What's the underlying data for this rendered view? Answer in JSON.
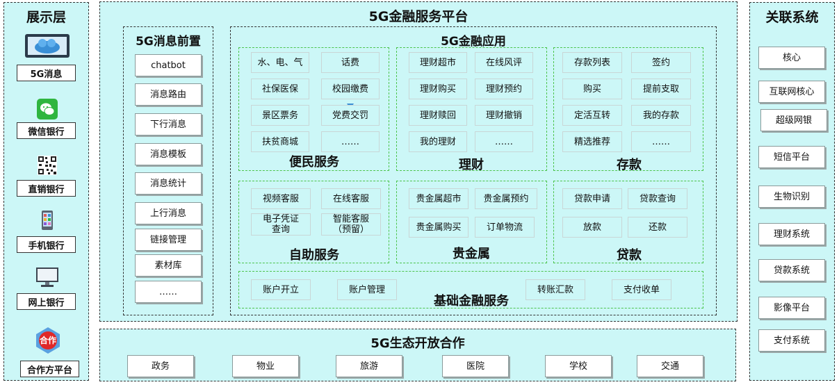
{
  "left": {
    "title": "展示层",
    "channels": [
      {
        "label": "5G消息",
        "icon": "5g-message-icon"
      },
      {
        "label": "微信银行",
        "icon": "wechat-icon"
      },
      {
        "label": "直销银行",
        "icon": "qr-code-icon"
      },
      {
        "label": "手机银行",
        "icon": "mobile-phone-icon"
      },
      {
        "label": "网上银行",
        "icon": "computer-monitor-icon"
      },
      {
        "label": "合作方平台",
        "icon": "cooperation-badge-icon",
        "icon_text": "合作"
      }
    ]
  },
  "center": {
    "title": "5G金融服务平台",
    "msg_front": {
      "title": "5G消息前置",
      "items": [
        "chatbot",
        "消息路由",
        "下行消息",
        "消息模板",
        "消息统计",
        "上行消息",
        "链接管理",
        "素材库",
        "……"
      ]
    },
    "app": {
      "title": "5G金融应用",
      "groups": {
        "bianmin": {
          "title": "便民服务",
          "items": [
            "水、电、气",
            "话费",
            "社保医保",
            "校园缴费",
            "景区票务",
            "党费交罚",
            "扶贫商城",
            "……"
          ]
        },
        "licai": {
          "title": "理财",
          "items": [
            "理财超市",
            "在线风评",
            "理财购买",
            "理财预约",
            "理财赎回",
            "理财撤销",
            "我的理财",
            "……"
          ]
        },
        "cunkuan": {
          "title": "存款",
          "items": [
            "存款列表",
            "签约",
            "购买",
            "提前支取",
            "定活互转",
            "我的存款",
            "精选推荐",
            "……"
          ]
        },
        "zizhu": {
          "title": "自助服务",
          "items": [
            "视频客服",
            "在线客服",
            "电子凭证查询",
            "智能客服（预留）"
          ]
        },
        "guijinshu": {
          "title": "贵金属",
          "items": [
            "贵金属超市",
            "贵金属预约",
            "贵金属购买",
            "订单物流"
          ]
        },
        "daikuan": {
          "title": "贷款",
          "items": [
            "贷款申请",
            "贷款查询",
            "放款",
            "还款"
          ]
        },
        "jichu": {
          "title": "基础金融服务",
          "items": [
            "账户开立",
            "账户管理",
            "转账汇款",
            "支付收单"
          ]
        }
      }
    }
  },
  "bottom": {
    "title": "5G生态开放合作",
    "items": [
      "政务",
      "物业",
      "旅游",
      "医院",
      "学校",
      "交通"
    ]
  },
  "right": {
    "title": "关联系统",
    "items": [
      "核心",
      "互联网核心",
      "超级网银",
      "短信平台",
      "生物识别",
      "理财系统",
      "贷款系统",
      "影像平台",
      "支付系统"
    ]
  },
  "colors": {
    "panel_bg": "#ccf7f7",
    "group_border": "#4cc44c",
    "accent_blue": "#3a8fd6",
    "badge_red": "#e02828"
  }
}
